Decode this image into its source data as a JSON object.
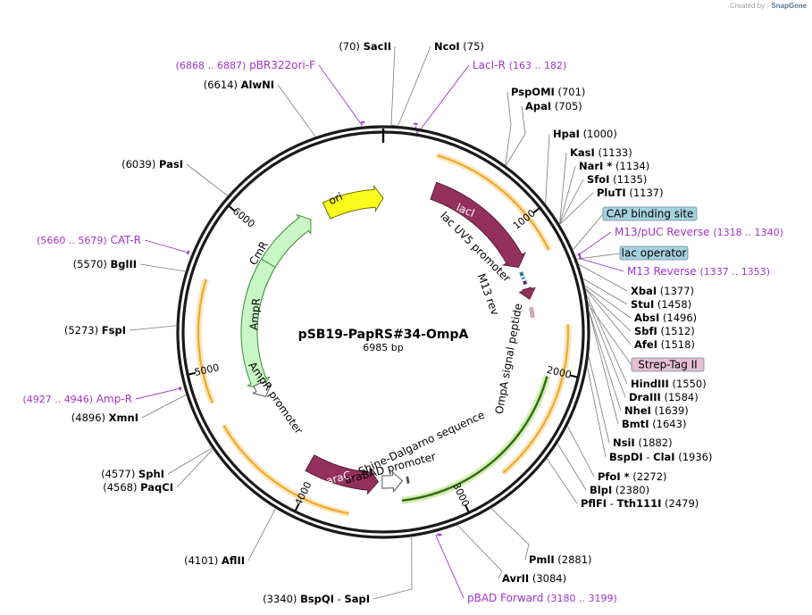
{
  "credit": {
    "prefix": "Created by",
    "brand": "SnapGene"
  },
  "plasmid": {
    "name": "pSB19-PapRS#34-OmpA",
    "size": "6985 bp",
    "length": 6985
  },
  "ticks": [
    "1000",
    "2000",
    "3000",
    "4000",
    "5000",
    "6000"
  ],
  "sites": [
    {
      "pos": "(70)",
      "name": "SacII"
    },
    {
      "pos": "(75)",
      "name": "NcoI"
    },
    {
      "pos": "(701)",
      "name": "PspOMI"
    },
    {
      "pos": "(705)",
      "name": "ApaI"
    },
    {
      "pos": "(1000)",
      "name": "HpaI"
    },
    {
      "pos": "(1133)",
      "name": "KasI"
    },
    {
      "pos": "(1134)",
      "name": "NarI *"
    },
    {
      "pos": "(1135)",
      "name": "SfoI"
    },
    {
      "pos": "(1137)",
      "name": "PluTI"
    },
    {
      "pos": "(1377)",
      "name": "XbaI"
    },
    {
      "pos": "(1458)",
      "name": "StuI"
    },
    {
      "pos": "(1496)",
      "name": "AbsI"
    },
    {
      "pos": "(1512)",
      "name": "SbfI"
    },
    {
      "pos": "(1518)",
      "name": "AfeI"
    },
    {
      "pos": "(1550)",
      "name": "HindIII"
    },
    {
      "pos": "(1584)",
      "name": "DraIII"
    },
    {
      "pos": "(1639)",
      "name": "NheI"
    },
    {
      "pos": "(1643)",
      "name": "BmtI"
    },
    {
      "pos": "(1882)",
      "name": "NsiI"
    },
    {
      "pos": "(1936)",
      "name": "BspDI",
      "alt": "ClaI"
    },
    {
      "pos": "(2272)",
      "name": "PfoI *"
    },
    {
      "pos": "(2380)",
      "name": "BlpI"
    },
    {
      "pos": "(2479)",
      "name": "PflFI",
      "alt": "Tth111I"
    },
    {
      "pos": "(2881)",
      "name": "PmlI"
    },
    {
      "pos": "(3084)",
      "name": "AvrII"
    },
    {
      "pos": "(3340)",
      "name": "BspQI",
      "alt": "SapI"
    },
    {
      "pos": "(4101)",
      "name": "AflII"
    },
    {
      "pos": "(4568)",
      "name": "PaqCI"
    },
    {
      "pos": "(4577)",
      "name": "SphI"
    },
    {
      "pos": "(4896)",
      "name": "XmnI"
    },
    {
      "pos": "(5273)",
      "name": "FspI"
    },
    {
      "pos": "(5570)",
      "name": "BglII"
    },
    {
      "pos": "(6039)",
      "name": "PasI"
    },
    {
      "pos": "(6614)",
      "name": "AlwNI"
    }
  ],
  "primers": [
    {
      "name": "LacI-R",
      "range": "(163 .. 182)"
    },
    {
      "name": "pBR322ori-F",
      "range": "(6868 .. 6887)"
    },
    {
      "name": "M13/pUC Reverse",
      "range": "(1318 .. 1340)"
    },
    {
      "name": "M13 Reverse",
      "range": "(1337 .. 1353)"
    },
    {
      "name": "pBAD Forward",
      "range": "(3180 .. 3199)"
    },
    {
      "name": "Amp-R",
      "range": "(4927 .. 4946)"
    },
    {
      "name": "CAT-R",
      "range": "(5660 .. 5679)"
    }
  ],
  "boxed_features": [
    {
      "name": "CAP binding site",
      "fill": "#a6d2e0"
    },
    {
      "name": "lac operator",
      "fill": "#a6d2e0"
    },
    {
      "name": "Strep-Tag II",
      "fill": "#e6bfcf"
    }
  ],
  "features": [
    {
      "name": "ori",
      "color": "#fafa1c"
    },
    {
      "name": "lacI",
      "color": "#93305e"
    },
    {
      "name": "araC",
      "color": "#93305e"
    },
    {
      "name": "CmR",
      "color": "#c8f7c5"
    },
    {
      "name": "AmpR",
      "color": "#c8f7c5"
    },
    {
      "name": "lac UV5 promoter"
    },
    {
      "name": "M13 rev"
    },
    {
      "name": "OmpA signal peptide"
    },
    {
      "name": "Shine-Dalgarno sequence"
    },
    {
      "name": "araBAD promoter"
    },
    {
      "name": "AmpR promoter"
    }
  ],
  "colors": {
    "enzyme": "#000000",
    "primer": "#a233c9",
    "orf_arc": "#f0a830",
    "orf_halo": "#fbe5b9",
    "ompa_arc": "#2d6b15",
    "ompa_halo": "#d3ecb0"
  }
}
